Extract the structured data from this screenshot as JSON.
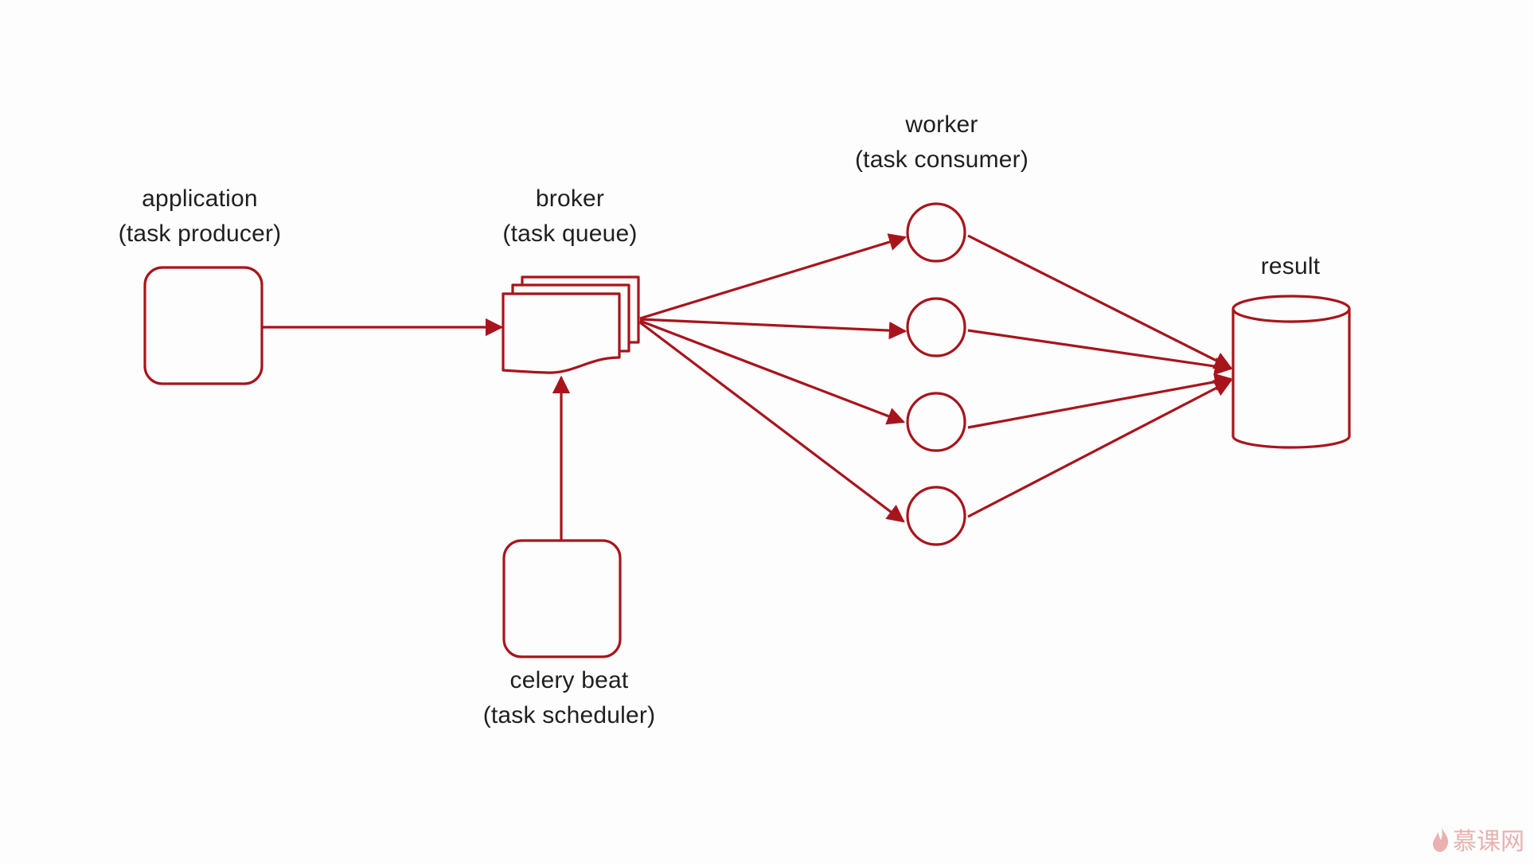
{
  "diagram": {
    "title": "Celery architecture",
    "colors": {
      "stroke": "#a8141c",
      "text": "#1f1f1f",
      "background": "#fdfdfd",
      "watermark": "#e8a3a3"
    },
    "nodes": {
      "application": {
        "name": "application",
        "role": "(task producer)",
        "shape": "rounded-square"
      },
      "broker": {
        "name": "broker",
        "role": "(task queue)",
        "shape": "document-stack"
      },
      "worker": {
        "name": "worker",
        "role": "(task consumer)",
        "shape": "circle",
        "count": 4
      },
      "result": {
        "name": "result",
        "role": "",
        "shape": "cylinder"
      },
      "beat": {
        "name": "celery beat",
        "role": "(task scheduler)",
        "shape": "rounded-square"
      }
    },
    "edges": [
      {
        "from": "application",
        "to": "broker"
      },
      {
        "from": "beat",
        "to": "broker"
      },
      {
        "from": "broker",
        "to": "worker-1"
      },
      {
        "from": "broker",
        "to": "worker-2"
      },
      {
        "from": "broker",
        "to": "worker-3"
      },
      {
        "from": "broker",
        "to": "worker-4"
      },
      {
        "from": "worker-1",
        "to": "result"
      },
      {
        "from": "worker-2",
        "to": "result"
      },
      {
        "from": "worker-3",
        "to": "result"
      },
      {
        "from": "worker-4",
        "to": "result"
      }
    ]
  },
  "watermark": {
    "text": "慕课网",
    "icon": "flame-icon"
  }
}
